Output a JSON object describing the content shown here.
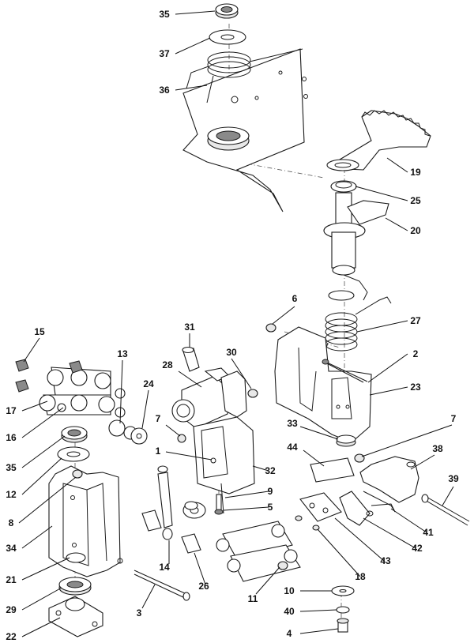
{
  "callouts": [
    {
      "id": "35a",
      "label": "35"
    },
    {
      "id": "37",
      "label": "37"
    },
    {
      "id": "36",
      "label": "36"
    },
    {
      "id": "19",
      "label": "19"
    },
    {
      "id": "25",
      "label": "25"
    },
    {
      "id": "20",
      "label": "20"
    },
    {
      "id": "6",
      "label": "6"
    },
    {
      "id": "27",
      "label": "27"
    },
    {
      "id": "2",
      "label": "2"
    },
    {
      "id": "23",
      "label": "23"
    },
    {
      "id": "15",
      "label": "15"
    },
    {
      "id": "31",
      "label": "31"
    },
    {
      "id": "13",
      "label": "13"
    },
    {
      "id": "30",
      "label": "30"
    },
    {
      "id": "28",
      "label": "28"
    },
    {
      "id": "24",
      "label": "24"
    },
    {
      "id": "17",
      "label": "17"
    },
    {
      "id": "16",
      "label": "16"
    },
    {
      "id": "7a",
      "label": "7"
    },
    {
      "id": "33",
      "label": "33"
    },
    {
      "id": "7b",
      "label": "7"
    },
    {
      "id": "44",
      "label": "44"
    },
    {
      "id": "38",
      "label": "38"
    },
    {
      "id": "35b",
      "label": "35"
    },
    {
      "id": "1",
      "label": "1"
    },
    {
      "id": "32",
      "label": "32"
    },
    {
      "id": "12",
      "label": "12"
    },
    {
      "id": "39",
      "label": "39"
    },
    {
      "id": "9",
      "label": "9"
    },
    {
      "id": "8",
      "label": "8"
    },
    {
      "id": "5",
      "label": "5"
    },
    {
      "id": "41",
      "label": "41"
    },
    {
      "id": "34",
      "label": "34"
    },
    {
      "id": "14",
      "label": "14"
    },
    {
      "id": "42",
      "label": "42"
    },
    {
      "id": "43",
      "label": "43"
    },
    {
      "id": "21",
      "label": "21"
    },
    {
      "id": "18",
      "label": "18"
    },
    {
      "id": "26",
      "label": "26"
    },
    {
      "id": "29",
      "label": "29"
    },
    {
      "id": "3",
      "label": "3"
    },
    {
      "id": "11",
      "label": "11"
    },
    {
      "id": "10",
      "label": "10"
    },
    {
      "id": "40",
      "label": "40"
    },
    {
      "id": "22",
      "label": "22"
    },
    {
      "id": "4",
      "label": "4"
    }
  ]
}
